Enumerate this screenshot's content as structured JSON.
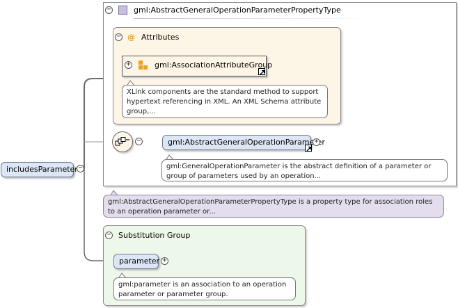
{
  "root": {
    "label": "includesParameter"
  },
  "complex_type": {
    "title": "gml:AbstractGeneralOperationParameterPropertyType",
    "doc": "gml:AbstractGeneralOperationParameterPropertyType is a property type for association roles to an operation parameter or..."
  },
  "attributes": {
    "title": "Attributes",
    "group": {
      "label": "gml:AssociationAttributeGroup",
      "doc": "XLink components are the standard method to support hypertext referencing in XML. An XML Schema attribute group,..."
    }
  },
  "sequence_element": {
    "label": "gml:AbstractGeneralOperationParameter",
    "doc": "gml:GeneralOperationParameter is the abstract definition of a parameter or group of parameters used by an operation..."
  },
  "substitution_group": {
    "title": "Substitution Group",
    "element": {
      "label": "parameter",
      "doc": "gml:parameter is an association to an operation parameter or parameter group."
    }
  },
  "symbols": {
    "collapse": "−",
    "expand": "+",
    "attribute_at": "@"
  },
  "colors": {
    "node_fill": "#dce6f4",
    "attributes_fill": "#fdf5e6",
    "substitution_fill": "#eef8ea",
    "doc_purple": "#e3dded",
    "icon_orange": "#f0a020",
    "type_icon": "#c9bde0"
  }
}
